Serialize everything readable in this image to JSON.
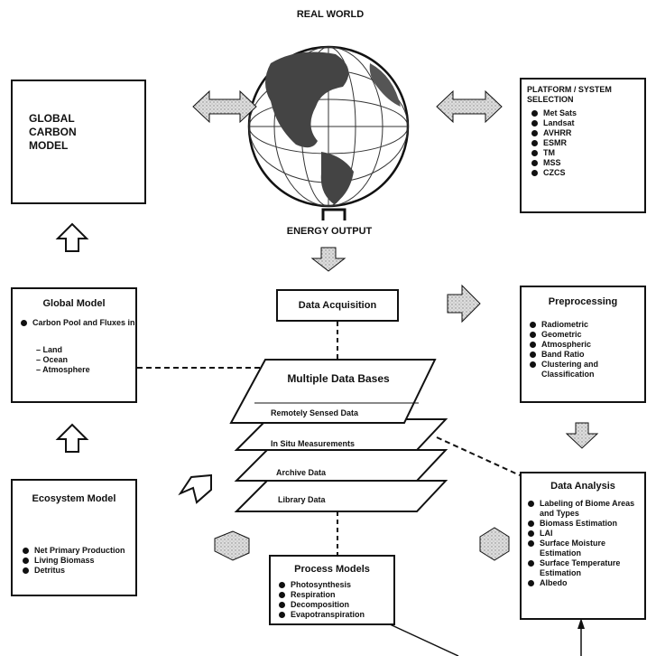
{
  "real_world": {
    "label": "REAL WORLD"
  },
  "energy_output": {
    "label": "ENERGY OUTPUT"
  },
  "global_carbon": {
    "title_lines": [
      "GLOBAL",
      "CARBON",
      "MODEL"
    ]
  },
  "platform": {
    "title_lines": [
      "PLATFORM / SYSTEM",
      "SELECTION"
    ],
    "items": [
      "Met Sats",
      "Landsat",
      "AVHRR",
      "ESMR",
      "TM",
      "MSS",
      "CZCS"
    ]
  },
  "global_model": {
    "title": "Global Model",
    "bullet": "Carbon Pool and Fluxes in",
    "subitems": [
      "– Land",
      "– Ocean",
      "– Atmosphere"
    ]
  },
  "data_acquisition": {
    "title": "Data Acquisition"
  },
  "preprocessing": {
    "title": "Preprocessing",
    "items": [
      "Radiometric",
      "Geometric",
      "Atmospheric",
      "Band Ratio",
      "Clustering and Classification"
    ]
  },
  "databases": {
    "title": "Multiple Data Bases",
    "layers": [
      "Remotely Sensed Data",
      "In Situ Measurements",
      "Archive Data",
      "Library Data"
    ]
  },
  "ecosystem_model": {
    "title": "Ecosystem Model",
    "items": [
      "Net Primary Production",
      "Living Biomass",
      "Detritus"
    ]
  },
  "data_analysis": {
    "title": "Data Analysis",
    "items": [
      "Labeling of Biome Areas and Types",
      "Biomass Estimation",
      "LAI",
      "Surface Moisture Estimation",
      "Surface Temperature Estimation",
      "Albedo"
    ]
  },
  "process_models": {
    "title": "Process Models",
    "items": [
      "Photosynthesis",
      "Respiration",
      "Decomposition",
      "Evapotranspiration"
    ]
  }
}
